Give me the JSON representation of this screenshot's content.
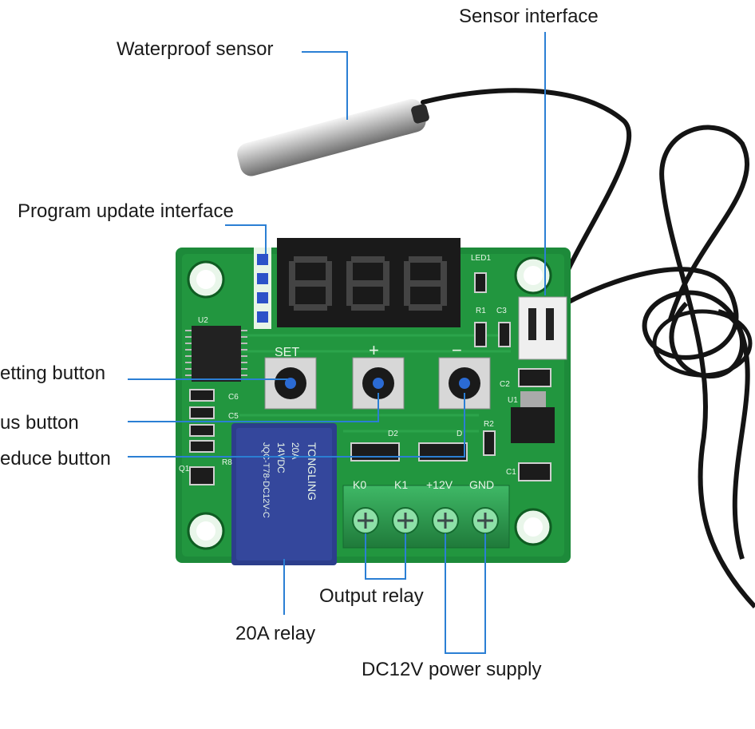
{
  "labels": {
    "waterproof_sensor": "Waterproof sensor",
    "sensor_interface": "Sensor interface",
    "program_update_interface": "Program update interface",
    "setting_button": "etting button",
    "plus_button": "us button",
    "reduce_button": "educe button",
    "output_relay": "Output relay",
    "relay_20a": "20A relay",
    "power_supply": "DC12V  power supply"
  },
  "board": {
    "button_set": "SET",
    "button_plus": "+",
    "button_minus": "−",
    "led": "LED1",
    "ic_u2": "U2",
    "ic_u1": "U1",
    "r1": "R1",
    "r2": "R2",
    "r8": "R8",
    "c1": "C1",
    "c2": "C2",
    "c3": "C3",
    "c5": "C5",
    "c6": "C6",
    "d1": "D",
    "d2": "D2",
    "q1": "Q1",
    "terminal_k0": "K0",
    "terminal_k1": "K1",
    "terminal_12v": "+12V",
    "terminal_gnd": "GND",
    "relay_text": [
      "TONGLING",
      "20A",
      "14VDC",
      "JQC-T78-DC12V-C"
    ]
  },
  "colors": {
    "pcb_green": "#1d8a3a",
    "pcb_dark": "#126a2a",
    "leader_blue": "#2b7fd4",
    "terminal_green": "#2a9a4a",
    "relay_blue": "#2c3e8c",
    "display_black": "#1a1a1a"
  }
}
